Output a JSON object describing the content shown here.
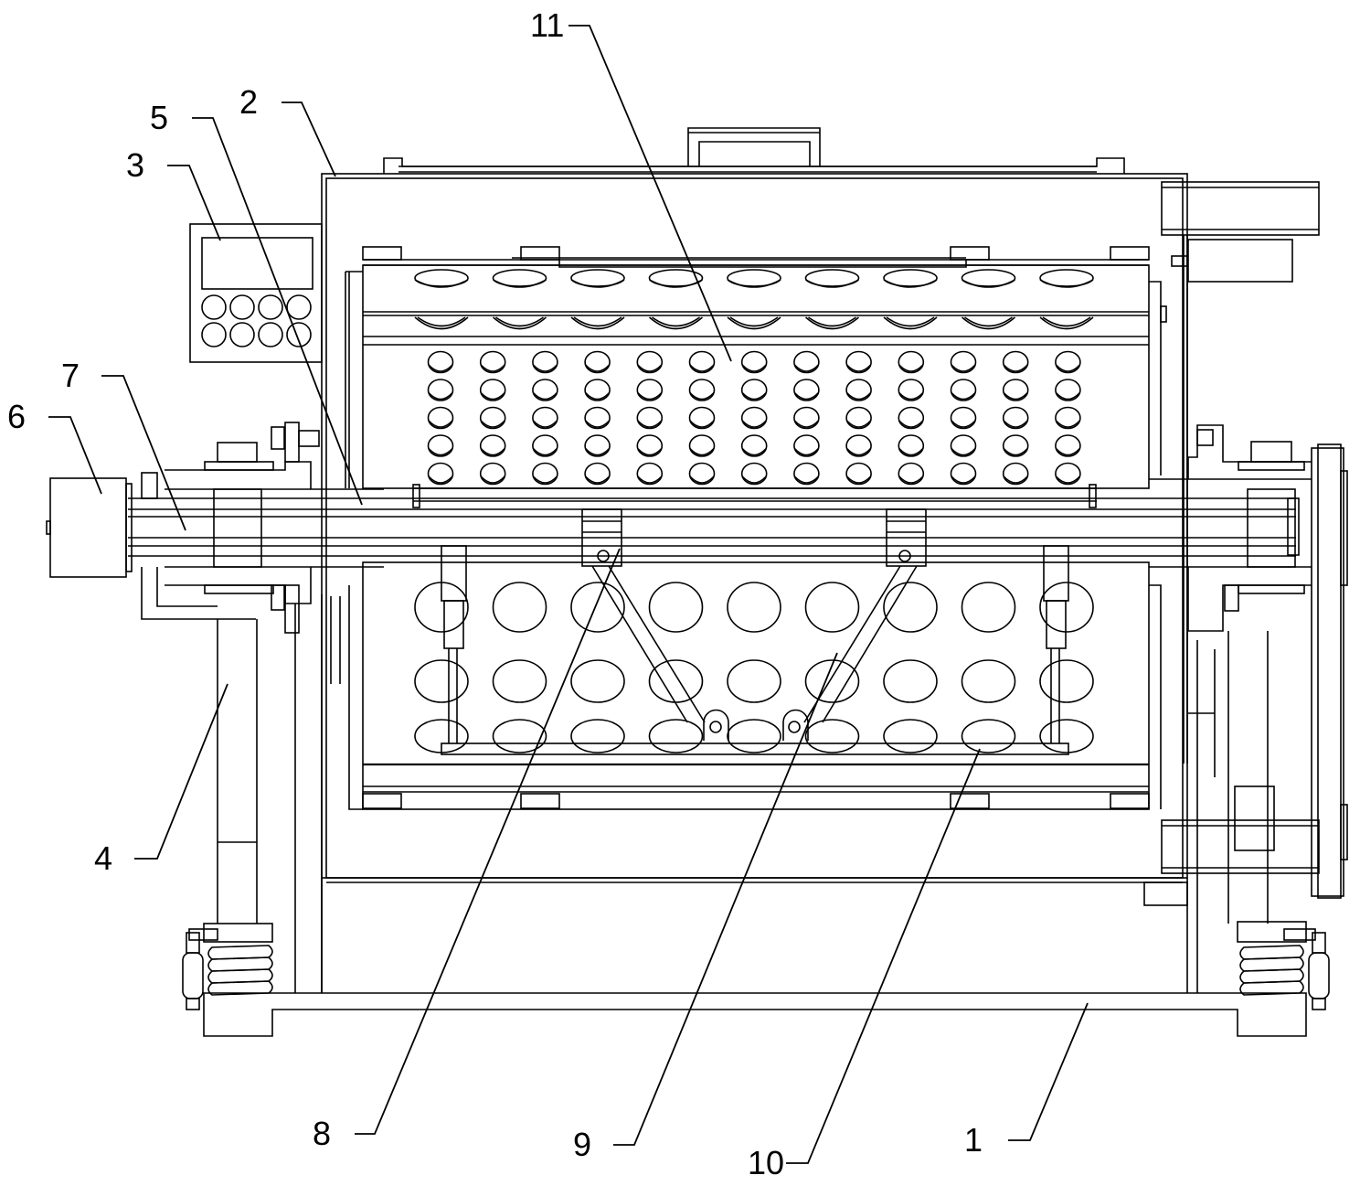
{
  "figure": {
    "type": "patent-drawing",
    "style": "black line art on white",
    "colors": {
      "line": "#000000",
      "background": "#ffffff"
    }
  },
  "callouts": [
    {
      "id": "1",
      "label": "1",
      "part": "base"
    },
    {
      "id": "2",
      "label": "2",
      "part": "housing"
    },
    {
      "id": "3",
      "label": "3",
      "part": "control-panel"
    },
    {
      "id": "4",
      "label": "4",
      "part": "support-frame"
    },
    {
      "id": "5",
      "label": "5",
      "part": "inner-frame"
    },
    {
      "id": "6",
      "label": "6",
      "part": "motor"
    },
    {
      "id": "7",
      "label": "7",
      "part": "drive-shaft"
    },
    {
      "id": "8",
      "label": "8",
      "part": "sliding-block"
    },
    {
      "id": "9",
      "label": "9",
      "part": "connecting-rod"
    },
    {
      "id": "10",
      "label": "10",
      "part": "pressing-plate"
    },
    {
      "id": "11",
      "label": "11",
      "part": "perforated-drum"
    }
  ],
  "control_panel": {
    "display_count": 1,
    "button_rows": 2,
    "button_cols": 4
  },
  "drum": {
    "upper_hole_rows": 5,
    "upper_hole_cols": 13,
    "rim_hole_cols": 9,
    "lower_hole_rows": 3,
    "lower_hole_cols": 9
  }
}
